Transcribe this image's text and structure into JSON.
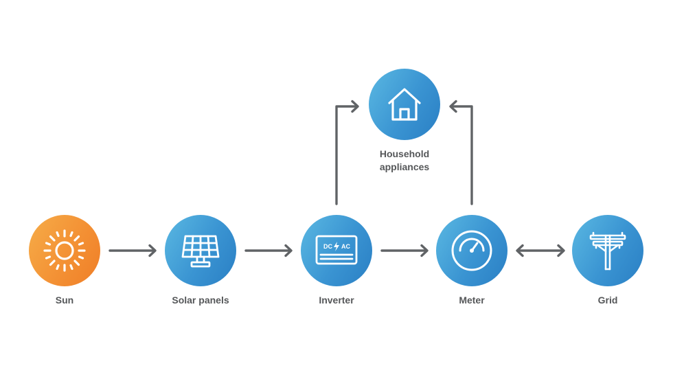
{
  "colors": {
    "sun": "#f38f33",
    "node_blue": "#3a94d2",
    "arrow": "#606366",
    "label": "#555759",
    "icon": "#ffffff"
  },
  "nodes": {
    "sun": {
      "label": "Sun",
      "icon": "sun-icon"
    },
    "solar": {
      "label": "Solar panels",
      "icon": "solar-panel-icon"
    },
    "inverter": {
      "label": "Inverter",
      "icon": "inverter-icon",
      "dc_text": "DC",
      "ac_text": "AC"
    },
    "meter": {
      "label": "Meter",
      "icon": "gauge-icon"
    },
    "grid": {
      "label": "Grid",
      "icon": "power-pole-icon"
    },
    "household": {
      "label_line1": "Household",
      "label_line2": "appliances",
      "icon": "house-icon"
    }
  }
}
